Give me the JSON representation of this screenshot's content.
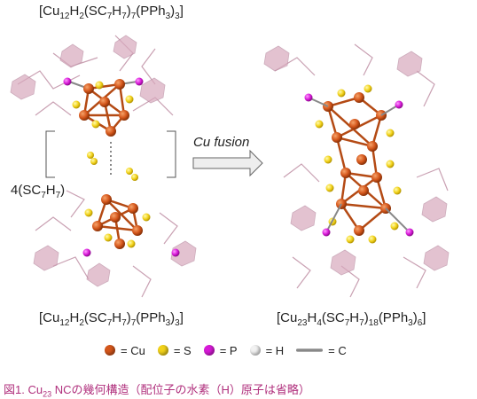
{
  "labels": {
    "top_formula": {
      "pre": "[Cu",
      "s1": "12",
      "m1": "H",
      "s2": "2",
      "m2": "(SC",
      "s3": "7",
      "m3": "H",
      "s4": "7",
      "m4": ")",
      "s5": "7",
      "m5": "(PPh",
      "s6": "3",
      "post": ")",
      "s7": "3",
      "end": "]"
    },
    "bottom_left_formula": {
      "pre": "[Cu",
      "s1": "12",
      "m1": "H",
      "s2": "2",
      "m2": "(SC",
      "s3": "7",
      "m3": "H",
      "s4": "7",
      "m4": ")",
      "s5": "7",
      "m5": "(PPh",
      "s6": "3",
      "post": ")",
      "s7": "3",
      "end": "]"
    },
    "right_formula": {
      "pre": "[Cu",
      "s1": "23",
      "m1": "H",
      "s2": "4",
      "m2": "(SC",
      "s3": "7",
      "m3": "H",
      "s4": "7",
      "m4": ")",
      "s5": "18",
      "m5": "(PPh",
      "s6": "3",
      "post": ")",
      "s7": "6",
      "end": "]"
    },
    "thiol": {
      "pre": "4(SC",
      "s1": "7",
      "m1": "H",
      "s2": "7",
      "end": ")"
    },
    "arrow_label": "Cu fusion"
  },
  "legend": [
    {
      "symbol": "= Cu",
      "color": "#d4561b"
    },
    {
      "symbol": "= S",
      "color": "#f2d21a"
    },
    {
      "symbol": "= P",
      "color": "#d81ad8"
    },
    {
      "symbol": "= H",
      "color": "#f2f2f2"
    },
    {
      "symbol": "= C",
      "color": "#999999"
    }
  ],
  "caption": {
    "pre": "図1. Cu",
    "sub": "23",
    "post": " NCの幾何構造（配位子の水素（H）原子は省略）"
  }
}
